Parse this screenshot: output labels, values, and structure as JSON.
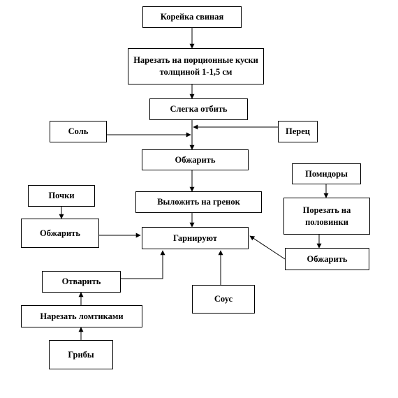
{
  "colors": {
    "line": "#000000",
    "box_border": "#000000",
    "background": "#ffffff"
  },
  "boxes": {
    "koreyka": "Корейка свиная",
    "narezat_porc": "Нарезать на порционные куски толщиной 1-1,5 см",
    "slegka": "Слегка отбить",
    "sol": "Соль",
    "perec": "Перец",
    "obzharit_main": "Обжарить",
    "vylozhit": "Выложить на гренок",
    "garniruyut": "Гарнируют",
    "pochki": "Почки",
    "obzharit_pochki": "Обжарить",
    "pomidory": "Помидоры",
    "porezat": "Порезать на половинки",
    "obzharit_pomidory": "Обжарить",
    "otvarit": "Отварить",
    "narezat_lomtikami": "Нарезать ломтиками",
    "griby": "Грибы",
    "sous": "Соус"
  }
}
